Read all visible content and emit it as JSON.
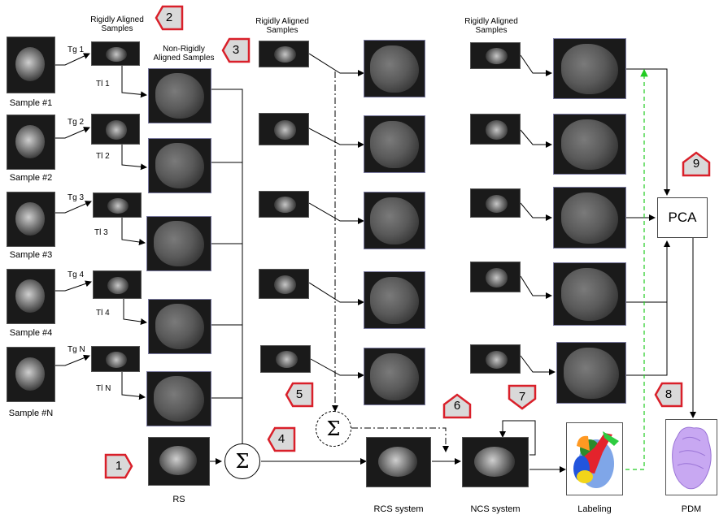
{
  "headers": {
    "rigid1": "Rigidly Aligned\nSamples",
    "nonrigid": "Non-Rigidly\nAligned Samples",
    "rigid2": "Rigidly Aligned\nSamples",
    "rigid3": "Rigidly Aligned\nSamples"
  },
  "samples": [
    {
      "label": "Sample #1",
      "tg": "Tg 1",
      "tl": "Tl 1"
    },
    {
      "label": "Sample #2",
      "tg": "Tg 2",
      "tl": "Tl 2"
    },
    {
      "label": "Sample #3",
      "tg": "Tg 3",
      "tl": "Tl 3"
    },
    {
      "label": "Sample #4",
      "tg": "Tg 4",
      "tl": "Tl 4"
    },
    {
      "label": "Sample #N",
      "tg": "Tg N",
      "tl": "Tl N"
    }
  ],
  "captions": {
    "rs": "RS",
    "rcs": "RCS system",
    "ncs": "NCS system",
    "labeling": "Labeling",
    "pdm": "PDM"
  },
  "pca_label": "PCA",
  "sigma_symbol": "Σ",
  "badges": [
    "1",
    "2",
    "3",
    "4",
    "5",
    "6",
    "7",
    "8",
    "9"
  ],
  "colors": {
    "badge_stroke": "#d9202a",
    "badge_fill": "#d9d9d9",
    "dashed_green": "#22cc22"
  }
}
